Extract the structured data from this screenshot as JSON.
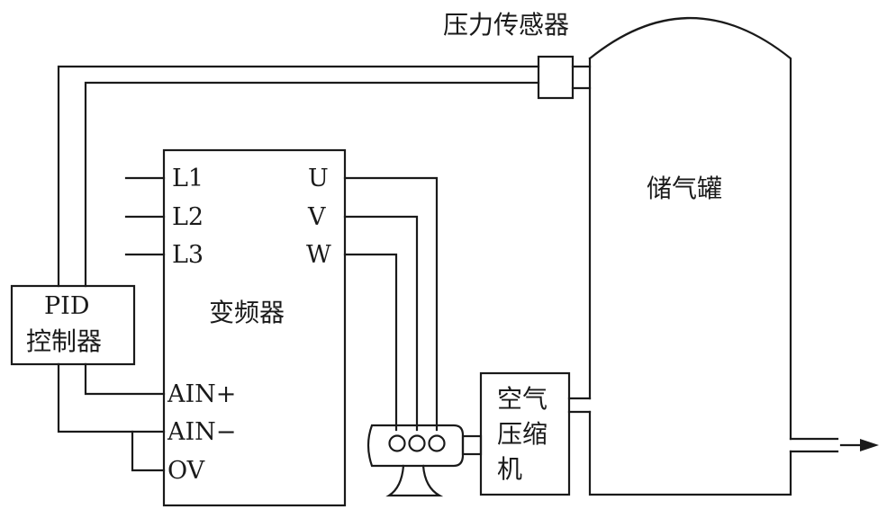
{
  "diagram": {
    "sensor_label": "压力传感器",
    "tank_label": "储气罐",
    "vfd": {
      "label": "变频器",
      "input_L1": "L1",
      "input_L2": "L2",
      "input_L3": "L3",
      "output_U": "U",
      "output_V": "V",
      "output_W": "W",
      "ain_plus": "AIN+",
      "ain_minus": "AIN−",
      "ov": "OV"
    },
    "pid": {
      "line1": "PID",
      "line2": "控制器"
    },
    "compressor": {
      "line1": "空气",
      "line2": "压缩",
      "line3": "机"
    },
    "colors": {
      "line": "#1a1a1a",
      "background": "#ffffff"
    }
  }
}
